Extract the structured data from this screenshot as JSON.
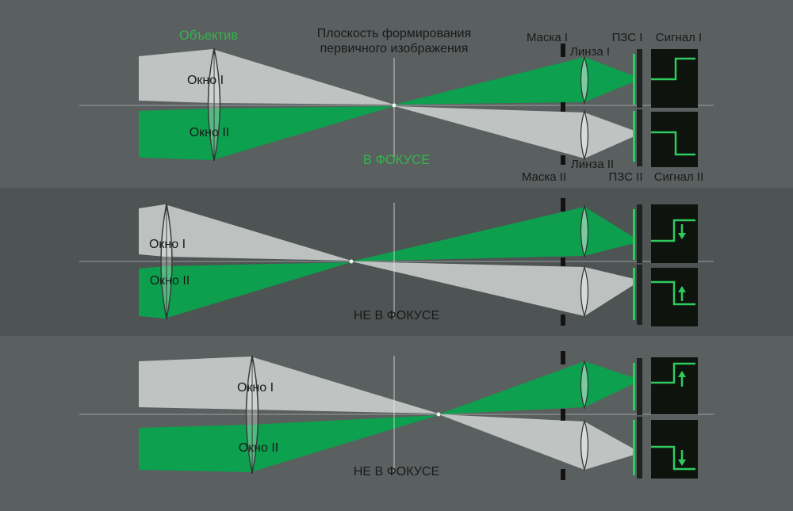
{
  "colors": {
    "bg": "#5a5f5f",
    "bg-mid": "#4e5353",
    "beam-green": "#0aa24d",
    "beam-gray": "#cdd1cf",
    "text-dark": "#1a1a1a",
    "text-green": "#35b44d",
    "signal-bg": "#0e130e",
    "signal-green": "#2ecc5e",
    "mask-black": "#131313",
    "line-light": "#d6dad8",
    "ccd-bar": "#1e2421"
  },
  "panel1": {
    "objective": "Объектив",
    "plane1": "Плоскость формирования",
    "plane2": "первичного изображения",
    "window1": "Окно I",
    "window2": "Окно II",
    "status": "В ФОКУСЕ",
    "mask1": "Маска I",
    "lens1": "Линза I",
    "ccd1": "ПЗС I",
    "signal1": "Сигнал I",
    "lens2": "Линза II",
    "mask2": "Маска II",
    "ccd2": "ПЗС II",
    "signal2": "Сигнал II"
  },
  "panel2": {
    "window1": "Окно I",
    "window2": "Окно II",
    "status": "НЕ В ФОКУСЕ"
  },
  "panel3": {
    "window1": "Окно I",
    "window2": "Окно II",
    "status": "НЕ В ФОКУСЕ"
  }
}
